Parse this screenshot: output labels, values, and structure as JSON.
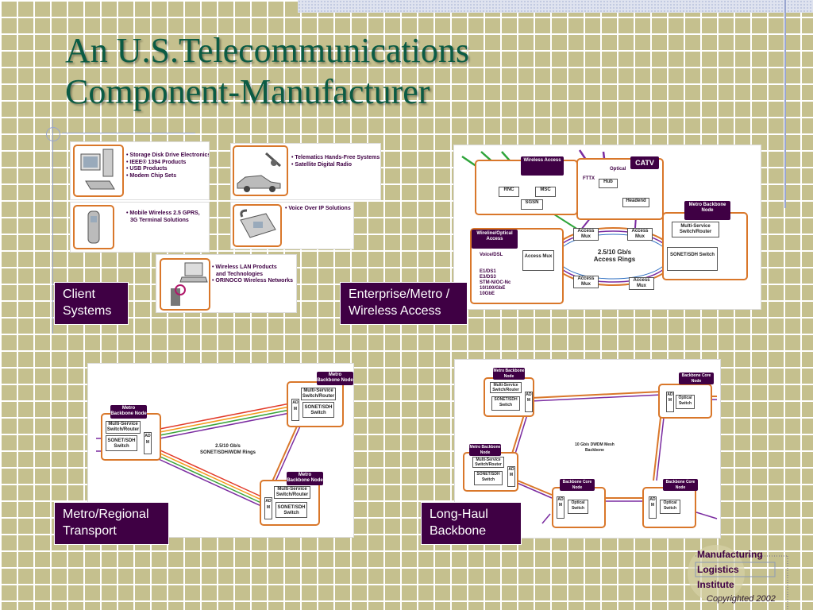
{
  "title": {
    "line1": "An U.S.Telecommunications",
    "line2": "Component-Manufacturer"
  },
  "labels": {
    "client": "Client Systems",
    "enterprise": "Enterprise/Metro / Wireless Access",
    "metro": "Metro/Regional Transport",
    "longhaul": "Long-Haul Backbone"
  },
  "client": {
    "pc_items": [
      "• Storage Disk Drive Electronics",
      "• IEEE® 1394 Products",
      "• USB Products",
      "• Modem Chip Sets"
    ],
    "telematics_items": [
      "• Telematics Hands-Free Systems",
      "• Satellite Digital Radio"
    ],
    "mobile_items": [
      "• Mobile Wireless 2.5 GPRS,",
      "  3G Terminal Solutions"
    ],
    "voip_items": [
      "• Voice Over IP Solutions"
    ],
    "wlan_items": [
      "• Wireless LAN Products",
      "  and Technologies",
      "• ORINOCO Wireless Networks"
    ]
  },
  "enterprise": {
    "wireless_access": "Wireless Access",
    "catv": "CATV",
    "rnc": "RNC",
    "msc": "MSC",
    "sgsn": "SGSN",
    "fttx": "FTTX",
    "optical": "Optical",
    "hub": "Hub",
    "headend": "Headend",
    "wireline": "Wireline/Optical Access",
    "voice_dsl": "Voice/DSL",
    "interfaces": [
      "E1/DS1",
      "E3/DS3",
      "STM-N/OC-Nc",
      "10/100/GbE",
      "10GbE"
    ],
    "access_mux": "Access Mux",
    "ring": "2.5/10 Gb/s Access Rings",
    "metro_backbone": "Metro Backbone Node",
    "msr": "Multi-Service Switch/Router",
    "sonet": "SONET/SDH Switch"
  },
  "metro": {
    "node_title": "Metro Backbone Node",
    "msr": "Multi-Service Switch/Router",
    "sonet": "SONET/SDH Switch",
    "adm": "ADM",
    "ring": "2.5/10 Gb/s SONET/SDH/WDM Rings"
  },
  "longhaul": {
    "metro_node": "Metro Backbone Node",
    "core_node": "Backbone Core Node",
    "msr": "Multi-Service Switch/Router",
    "sonet": "SONET/SDH Switch",
    "optical_switch": "Optical Switch",
    "adm": "ADM",
    "mesh": "10 Gb/s DWDM Mesh Backbone"
  },
  "logo": {
    "line1": "Manufacturing",
    "line2": "Logistics",
    "line3": "Institute",
    "copyright": "Copyrighted 2002"
  },
  "colors": {
    "accent": "#3f0044",
    "title": "#0b5b44",
    "orange": "#d9772a"
  }
}
